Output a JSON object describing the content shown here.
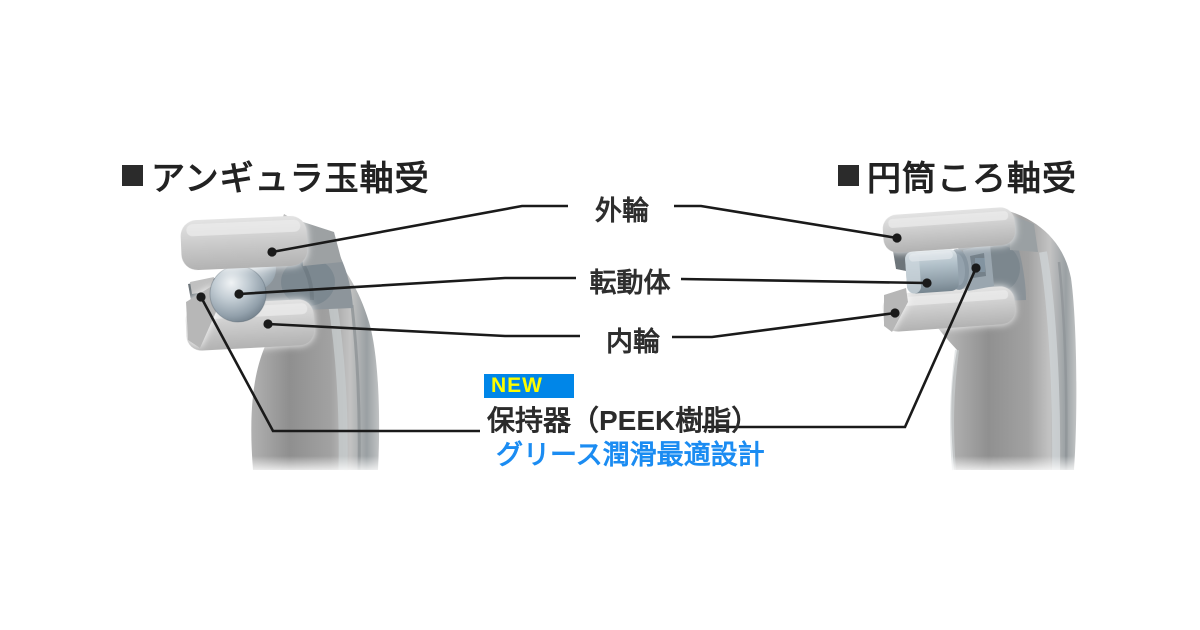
{
  "diagram": {
    "left_bearing": {
      "title": "アンギュラ玉軸受"
    },
    "right_bearing": {
      "title": "円筒ころ軸受"
    },
    "callouts": {
      "outer_ring": "外輪",
      "rolling_element": "転動体",
      "inner_ring": "内輪",
      "cage": "保持器（PEEK樹脂）",
      "cage_note": "グリース潤滑最適設計",
      "new_badge": "NEW"
    },
    "colors": {
      "new_badge_bg": "#0086e8",
      "new_badge_text": "#fdfd00",
      "cage_note_text": "#1b8cf2",
      "leader_line": "#1a1a1a",
      "title_text": "#222222"
    }
  }
}
